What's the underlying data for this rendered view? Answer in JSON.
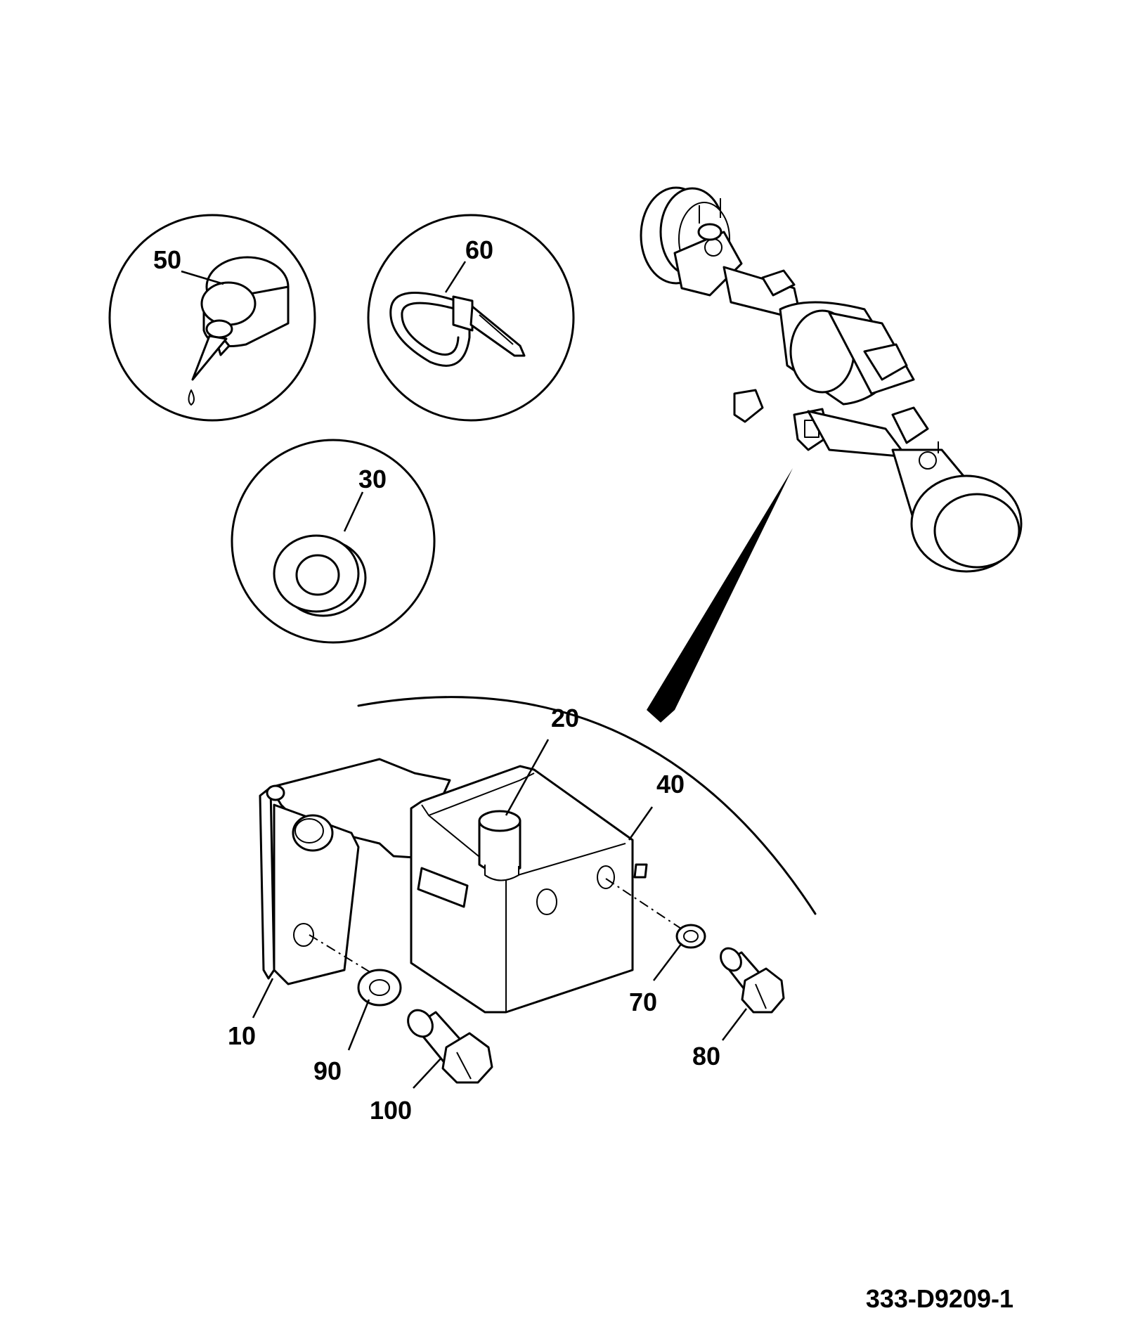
{
  "drawing_number": "333-D9209-1",
  "callouts": {
    "c10": "10",
    "c20": "20",
    "c30": "30",
    "c40": "40",
    "c50": "50",
    "c60": "60",
    "c70": "70",
    "c80": "80",
    "c90": "90",
    "c100": "100"
  }
}
